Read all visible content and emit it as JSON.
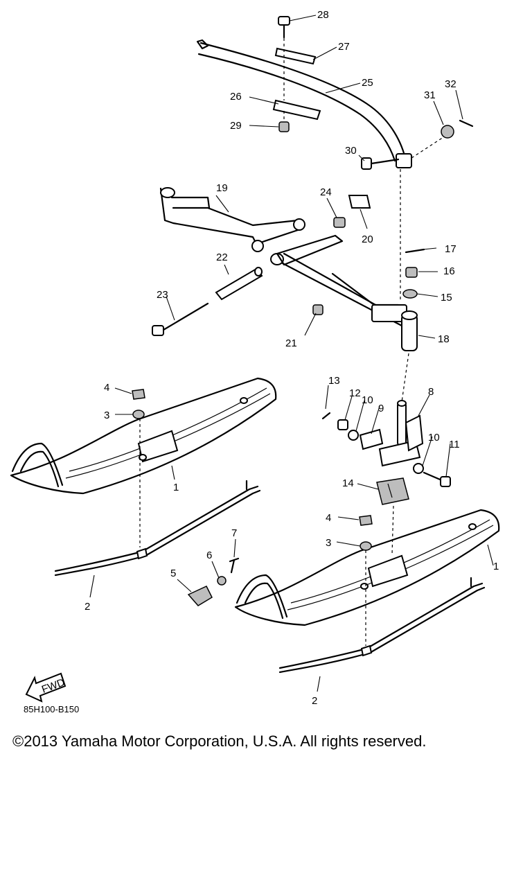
{
  "diagram": {
    "code": "85H100-B150",
    "fwd_label": "FWD",
    "parts": [
      {
        "num": "1"
      },
      {
        "num": "2"
      },
      {
        "num": "3"
      },
      {
        "num": "4"
      },
      {
        "num": "5"
      },
      {
        "num": "6"
      },
      {
        "num": "7"
      },
      {
        "num": "8"
      },
      {
        "num": "9"
      },
      {
        "num": "10"
      },
      {
        "num": "11"
      },
      {
        "num": "12"
      },
      {
        "num": "13"
      },
      {
        "num": "14"
      },
      {
        "num": "15"
      },
      {
        "num": "16"
      },
      {
        "num": "17"
      },
      {
        "num": "18"
      },
      {
        "num": "19"
      },
      {
        "num": "20"
      },
      {
        "num": "21"
      },
      {
        "num": "22"
      },
      {
        "num": "23"
      },
      {
        "num": "24"
      },
      {
        "num": "25"
      },
      {
        "num": "26"
      },
      {
        "num": "27"
      },
      {
        "num": "28"
      },
      {
        "num": "29"
      },
      {
        "num": "30"
      },
      {
        "num": "31"
      },
      {
        "num": "32"
      }
    ]
  },
  "footer": {
    "copyright": "©2013 Yamaha Motor Corporation, U.S.A. All rights reserved."
  }
}
